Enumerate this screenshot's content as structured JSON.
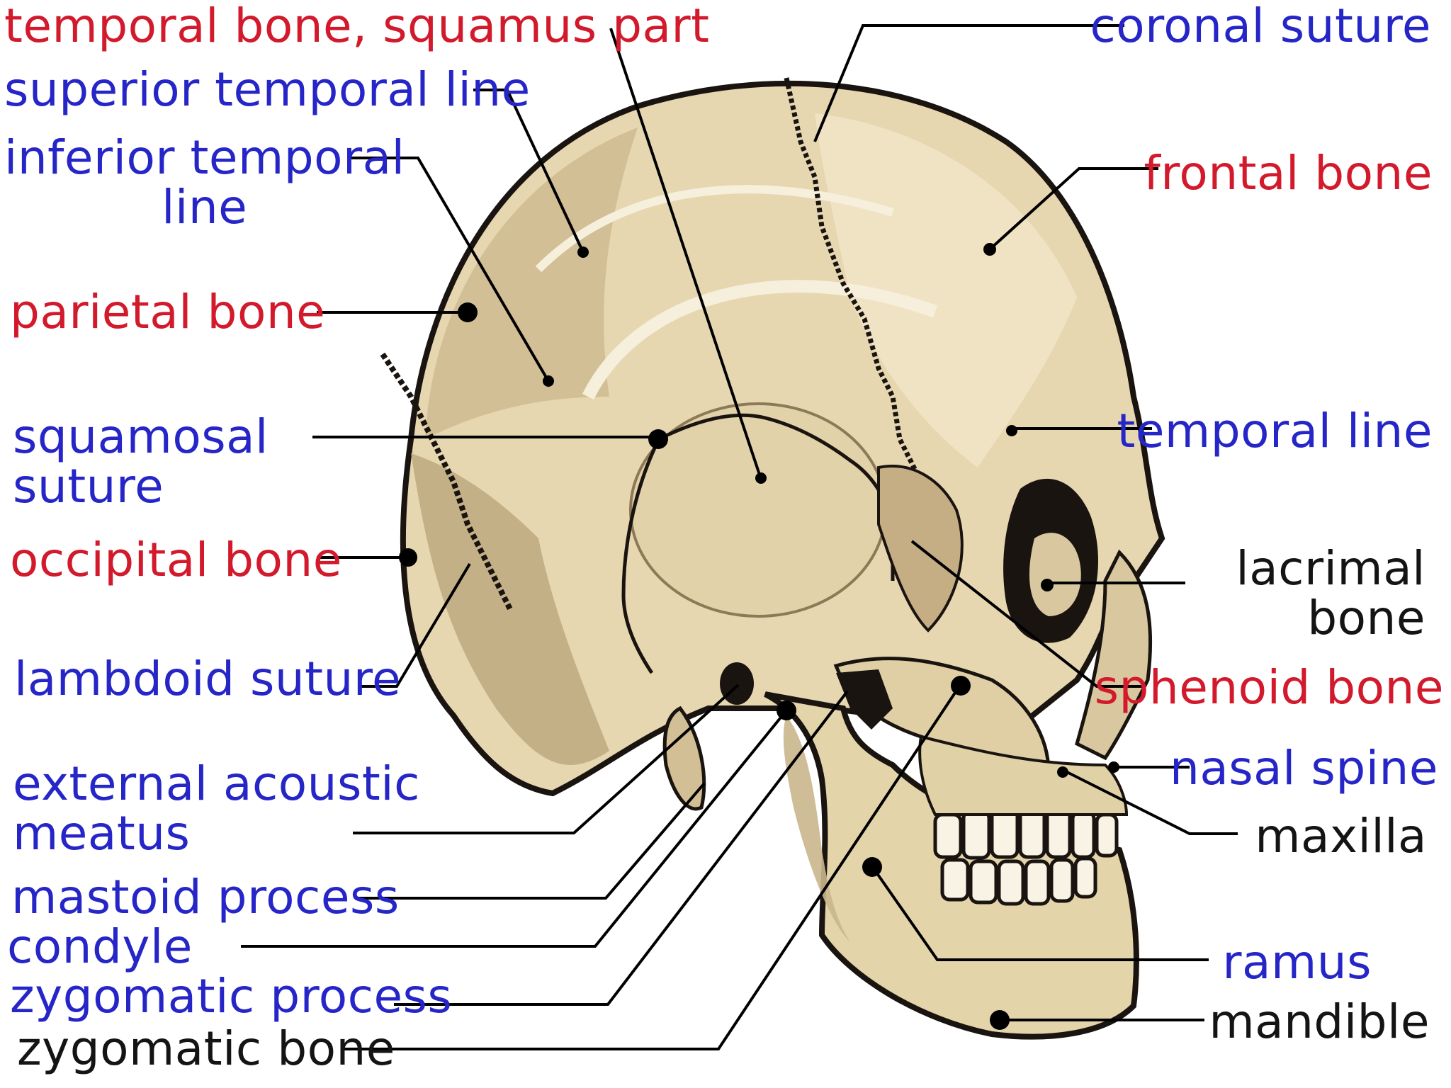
{
  "colors": {
    "red_label": "#d21a2c",
    "blue_label": "#2626c8",
    "black_label": "#141414",
    "bone_light": "#e9dcb9",
    "bone_mid": "#d7c49b",
    "bone_dark": "#b09c76",
    "outline": "#1a1410"
  },
  "labels": {
    "temporal_squamus": "temporal bone, squamus part",
    "superior_temporal_line": "superior temporal line",
    "inferior_temporal_line": "inferior temporal\nline",
    "parietal_bone": "parietal bone",
    "squamosal_suture": "squamosal\nsuture",
    "occipital_bone": "occipital bone",
    "lambdoid_suture": "lambdoid suture",
    "external_acoustic_meatus": "external acoustic\nmeatus",
    "mastoid_process": "mastoid process",
    "condyle": "condyle",
    "zygomatic_process": "zygomatic process",
    "zygomatic_bone": "zygomatic bone",
    "coronal_suture": "coronal suture",
    "frontal_bone": "frontal bone",
    "temporal_line": "temporal line",
    "lacrimal_bone": "lacrimal\nbone",
    "sphenoid_bone": "sphenoid bone",
    "nasal_spine": "nasal spine",
    "maxilla": "maxilla",
    "ramus": "ramus",
    "mandible": "mandible"
  }
}
